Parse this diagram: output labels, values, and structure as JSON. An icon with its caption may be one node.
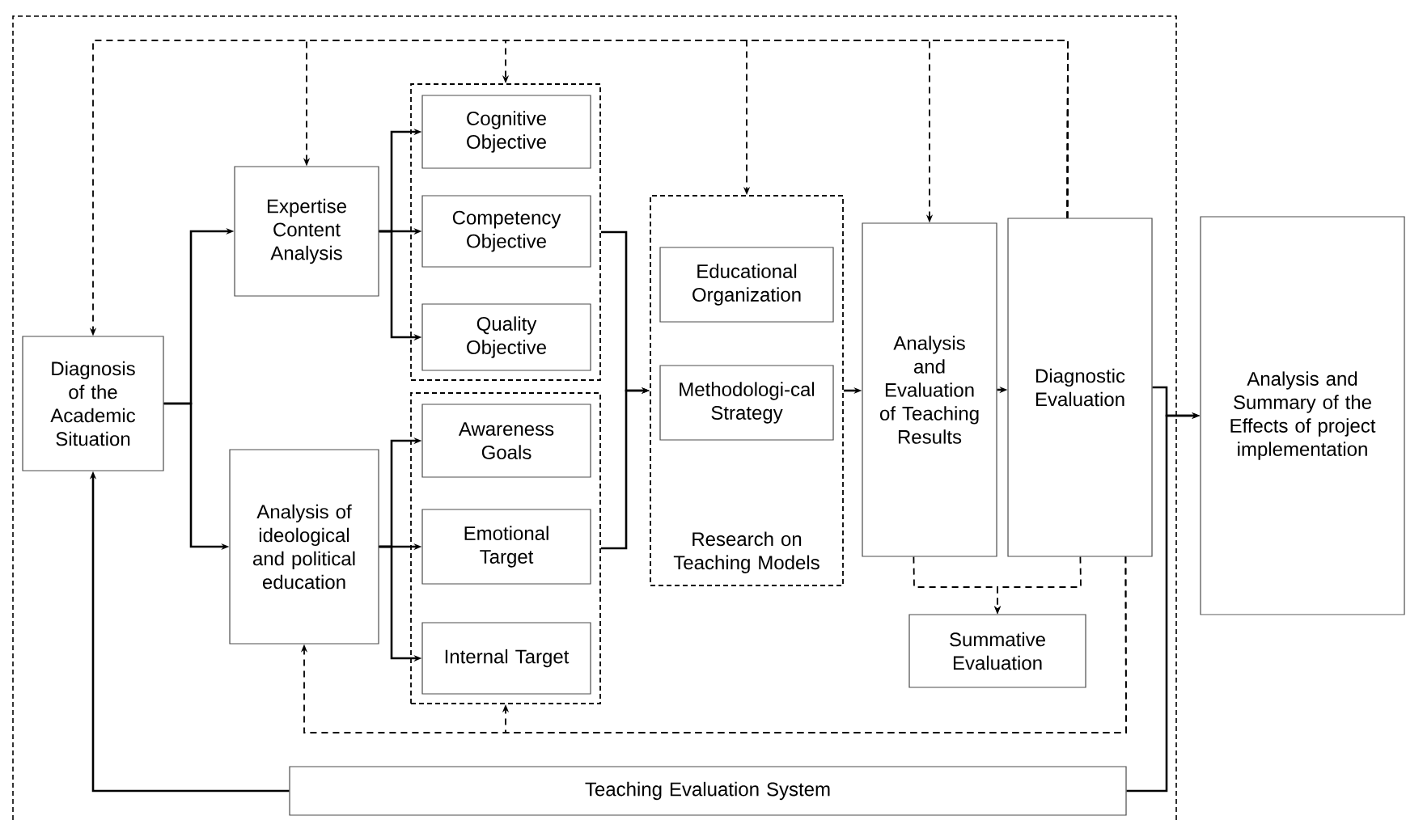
{
  "diagram": {
    "nodes": [
      {
        "text": [
          "Diagnosis of the Academic Situation"
        ]
      },
      {
        "text": [
          "Expertise Content Analysis"
        ]
      },
      {
        "text": [],
        "shape": "box"
      },
      {
        "text": [
          "Cognitive Objective"
        ],
        "in": 2
      },
      {
        "text": [
          "Competency Objective"
        ],
        "in": 2
      },
      {
        "text": [
          "Quality Objective"
        ],
        "in": 2
      },
      {
        "text": [
          "Analysis of ideological and political education"
        ]
      },
      {
        "text": [],
        "shape": "box"
      },
      {
        "text": [
          "Awareness Goals"
        ],
        "in": 7
      },
      {
        "text": [
          "Emotional Target"
        ],
        "in": 7
      },
      {
        "text": [
          "Internal Target"
        ],
        "in": 7
      },
      {
        "text": [
          "Research on Teaching Models"
        ]
      },
      {
        "text": [
          "Educational Organization"
        ],
        "in": 11
      },
      {
        "text": [
          "Methodologi-cal Strategy"
        ],
        "in": 11
      },
      {
        "text": [
          "Analysis and Evaluation of Teaching Results"
        ]
      },
      {
        "text": [
          "Diagnostic Evaluation"
        ]
      },
      {
        "text": [
          "Analysis and Summary of the Effects of project implementation"
        ]
      },
      {
        "text": [
          "Summative Evaluation"
        ]
      },
      {
        "text": [
          "Teaching Evaluation System"
        ]
      }
    ],
    "edges": [
      {
        "from": 0,
        "to": 1,
        "arrow": "to"
      },
      {
        "from": 0,
        "to": 6,
        "arrow": "to"
      },
      {
        "from": 1,
        "to": 3,
        "arrow": "to"
      },
      {
        "from": 1,
        "to": 4,
        "arrow": "to"
      },
      {
        "from": 1,
        "to": 5,
        "arrow": "to"
      },
      {
        "from": 6,
        "to": 8,
        "arrow": "to"
      },
      {
        "from": 6,
        "to": 9,
        "arrow": "to"
      },
      {
        "from": 6,
        "to": 10,
        "arrow": "to"
      },
      {
        "from": 2,
        "to": 11,
        "arrow": "to"
      },
      {
        "from": 7,
        "to": 11,
        "arrow": "to"
      },
      {
        "from": 11,
        "to": 14,
        "arrow": "to"
      },
      {
        "from": 14,
        "to": 15,
        "arrow": "to"
      },
      {
        "from": 15,
        "to": 16,
        "arrow": "to"
      },
      {
        "from": 18,
        "to": 16,
        "arrow": "to"
      },
      {
        "from": 18,
        "to": 0,
        "arrow": "to"
      },
      {
        "from": 15,
        "to": 0,
        "arrow": "to",
        "style": "dashed"
      },
      {
        "from": 15,
        "to": 1,
        "arrow": "to",
        "style": "dashed"
      },
      {
        "from": 15,
        "to": 2,
        "arrow": "to",
        "style": "dashed"
      },
      {
        "from": 15,
        "to": 11,
        "arrow": "to",
        "style": "dashed"
      },
      {
        "from": 15,
        "to": 14,
        "arrow": "to",
        "style": "dashed"
      },
      {
        "from": 15,
        "to": 6,
        "arrow": "to",
        "style": "dashed"
      },
      {
        "from": 15,
        "to": 7,
        "arrow": "to",
        "style": "dashed"
      },
      {
        "from": 14,
        "to": 17,
        "arrow": "to",
        "style": "dashed"
      },
      {
        "from": 15,
        "to": 17,
        "arrow": "to",
        "style": "dashed"
      }
    ]
  }
}
